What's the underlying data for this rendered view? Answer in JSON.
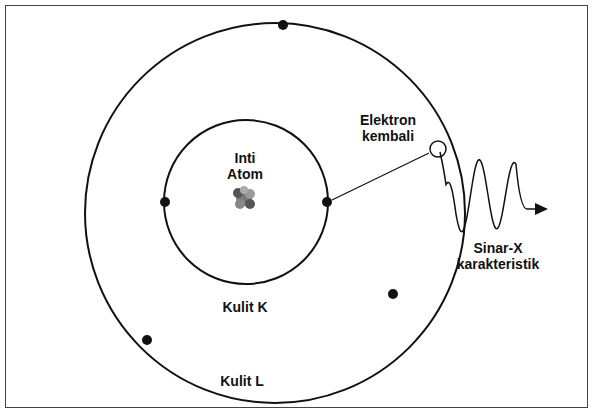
{
  "diagram": {
    "labels": [
      "Inti Atom",
      "Elektron kembali",
      "Sinar-X karakteristik",
      "Kulit K",
      "Kulit L"
    ]
  }
}
